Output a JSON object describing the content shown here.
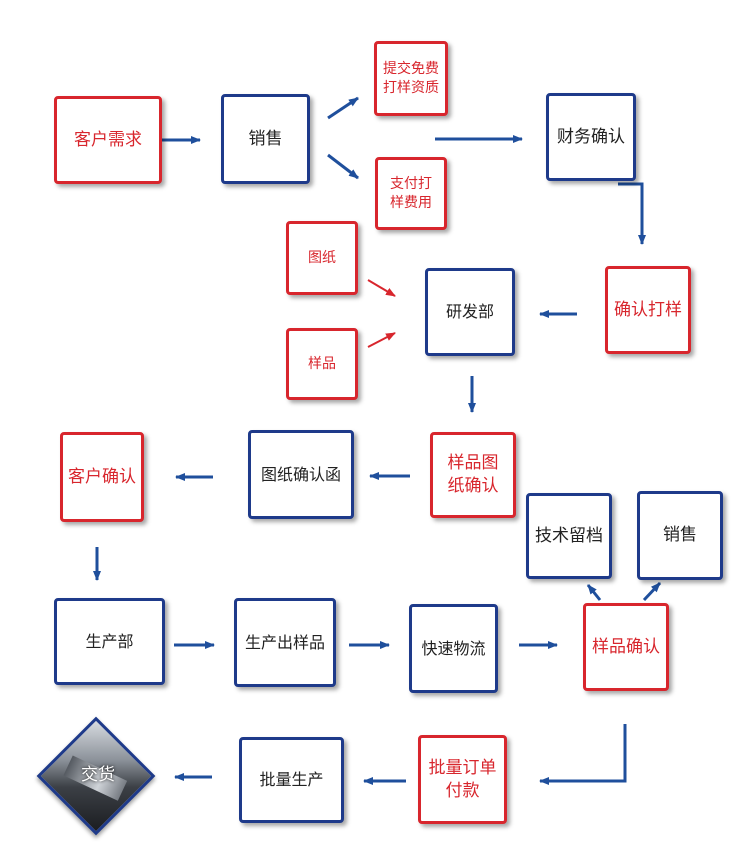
{
  "nodes": {
    "customer_demand": "客户需求",
    "sales": "销售",
    "submit_free": [
      "提交免费",
      "打样资质"
    ],
    "pay_fee": [
      "支付打",
      "样费用"
    ],
    "finance_confirm": "财务确认",
    "drawing": "图纸",
    "sample": "样品",
    "rnd": "研发部",
    "confirm_sampling": "确认打样",
    "customer_confirm": "客户确认",
    "drawing_letter": "图纸确认函",
    "sample_drawing_confirm": [
      "样品图",
      "纸确认"
    ],
    "tech_archive": "技术留档",
    "sales2": "销售",
    "production_dept": "生产部",
    "production_sample": "生产出样品",
    "express": "快速物流",
    "sample_confirm": "样品确认",
    "delivery": "交货",
    "mass_production": "批量生产",
    "order_payment": [
      "批量订单",
      "付款"
    ]
  },
  "colors": {
    "blue": "#1e3a8a",
    "red": "#d8262d",
    "arrow_blue": "#1f4f9c"
  }
}
